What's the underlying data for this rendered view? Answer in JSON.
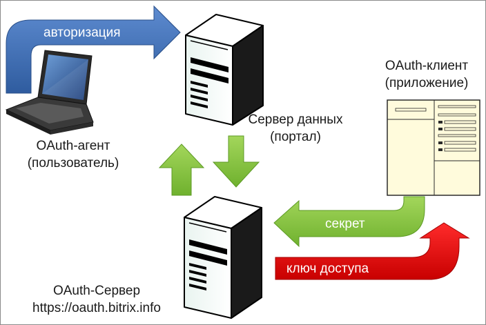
{
  "colors": {
    "blue_arrow": "#3f6fb6",
    "green_arrow": "#86c440",
    "red_arrow": "#e41212",
    "server_body": "#ffffff",
    "app_window": "#fffbdc"
  },
  "arrows": {
    "authorization": "авторизация",
    "secret": "секрет",
    "access_key": "ключ доступа"
  },
  "nodes": {
    "agent": {
      "line1": "OAuth-агент",
      "line2": "(пользователь)"
    },
    "data_server": {
      "line1": "Сервер данных",
      "line2": "(портал)"
    },
    "client": {
      "line1": "OAuth-клиент",
      "line2": "(приложение)"
    },
    "oauth_server": {
      "line1": "OAuth-Сервер",
      "line2": "https://oauth.bitrix.info"
    }
  }
}
